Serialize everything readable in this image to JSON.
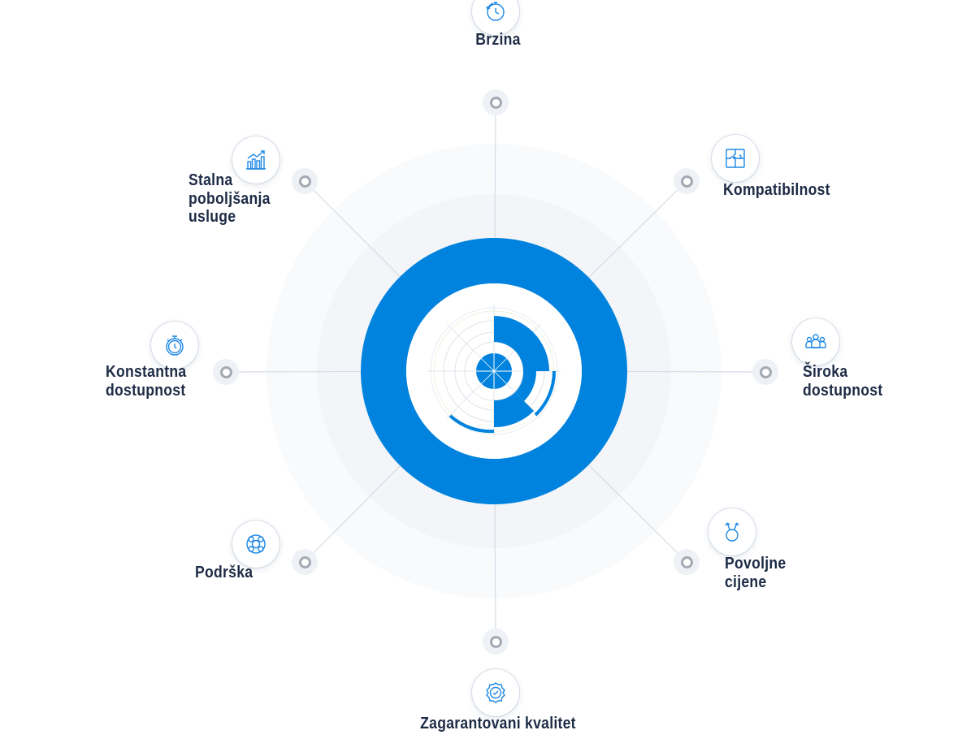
{
  "colors": {
    "accent": "#0083de",
    "label": "#1d2b45",
    "line": "#d5dce6",
    "node": "#a3aab4",
    "halo": "#f5f7fa"
  },
  "features": [
    {
      "id": "brzina",
      "label": "Brzina",
      "icon": "stopwatch-cycle-icon"
    },
    {
      "id": "kompatibilnost",
      "label": "Kompatibilnost",
      "icon": "puzzle-icon"
    },
    {
      "id": "siroka-dostupnost",
      "label": "Široka\ndostupnost",
      "icon": "people-group-icon"
    },
    {
      "id": "povoljne-cijene",
      "label": "Povoljne\ncijene",
      "icon": "price-arrows-icon"
    },
    {
      "id": "zagarantovani-kvalitet",
      "label": "Zagarantovani kvalitet",
      "icon": "quality-badge-icon"
    },
    {
      "id": "podrska",
      "label": "Podrška",
      "icon": "lifebuoy-icon"
    },
    {
      "id": "konstantna-dostupnost",
      "label": "Konstantna\ndostupnost",
      "icon": "stopwatch-icon"
    },
    {
      "id": "stalna-poboljsanja",
      "label": "Stalna\npoboljšanja\nusluge",
      "icon": "growth-chart-icon"
    }
  ]
}
